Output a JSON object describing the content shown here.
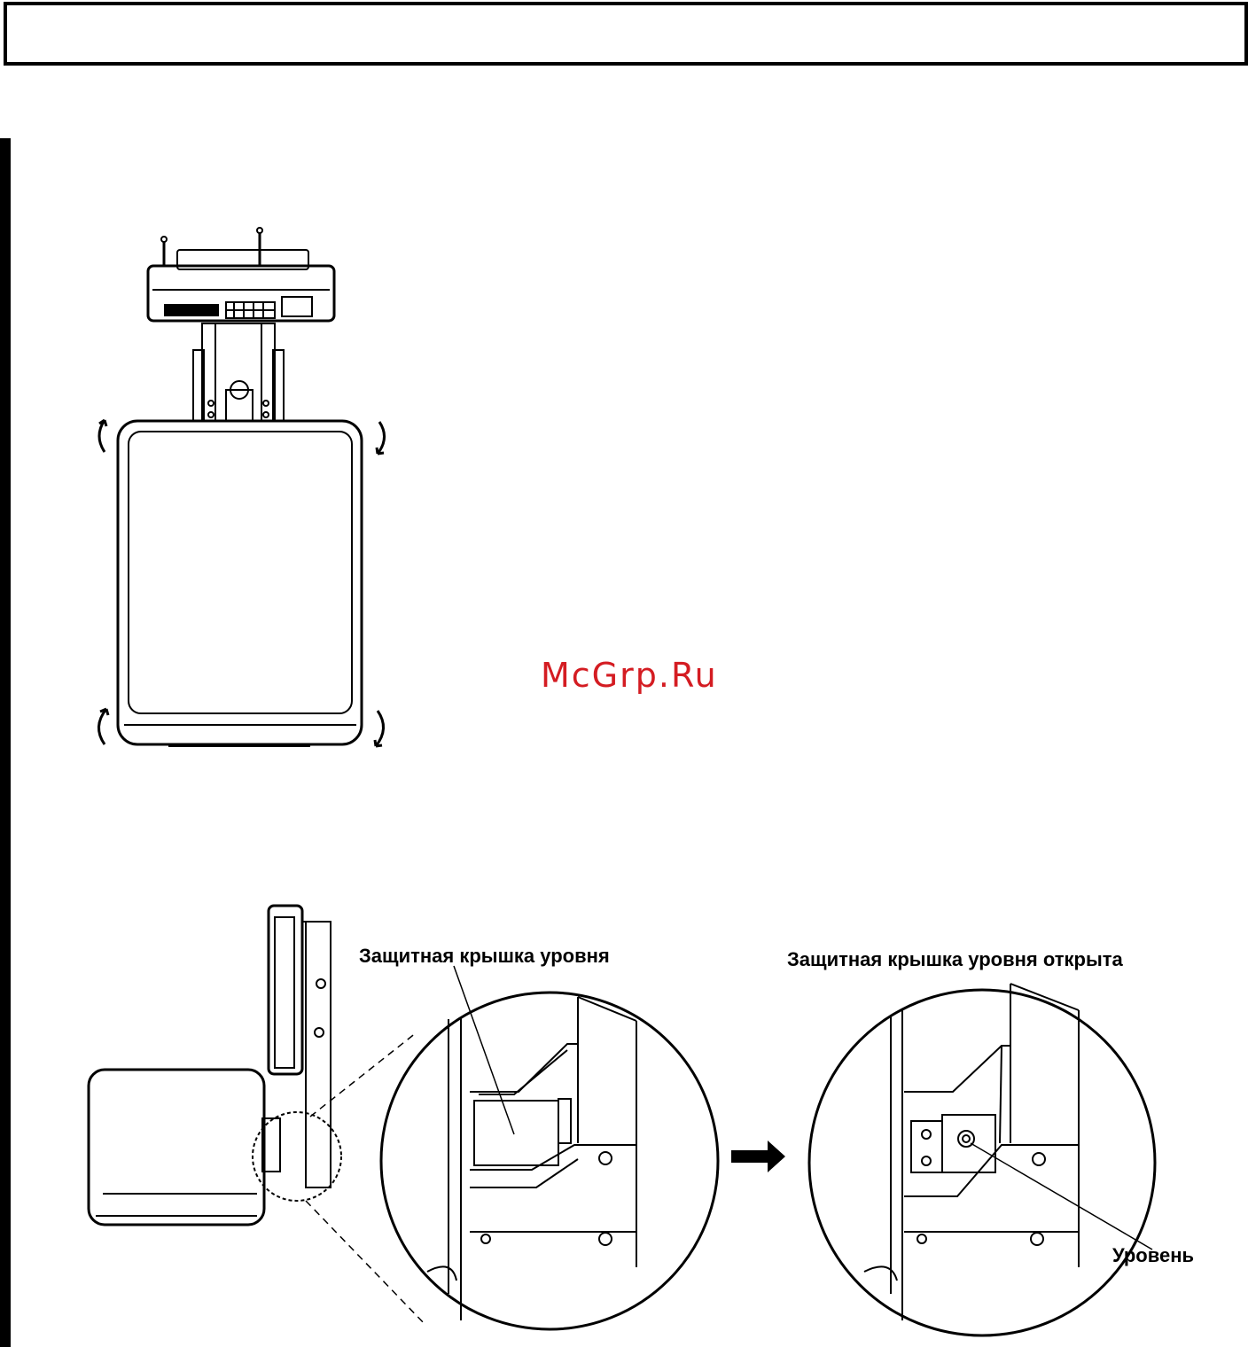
{
  "header": {
    "text": ""
  },
  "watermark": {
    "text": "McGrp.Ru",
    "color": "#d41c22"
  },
  "diagram_top": {
    "subject": "scale top view",
    "icons": [
      "rotate-arrow-icon",
      "rotate-arrow-icon",
      "rotate-arrow-icon",
      "rotate-arrow-icon"
    ]
  },
  "diagram_bottom": {
    "label_cover": "Защитная крышка уровня",
    "label_cover_open": "Защитная крышка уровня открыта",
    "label_level": "Уровень",
    "icons": [
      "arrow-right-icon"
    ]
  }
}
